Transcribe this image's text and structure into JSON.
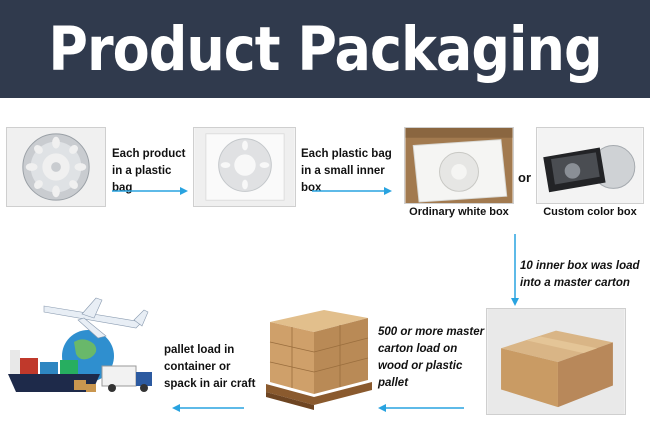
{
  "banner": {
    "title": "Product Packaging"
  },
  "steps": {
    "step1": "Each product in a plastic bag",
    "step2": "Each plastic bag in a small inner box",
    "step3": "10 inner box was load into a master carton",
    "step4": "500 or more master carton load on wood or plastic pallet",
    "step5": "pallet load in container or spack in air craft"
  },
  "captions": {
    "white_box": "Ordinary white box",
    "color_box": "Custom color box"
  },
  "or_label": "or",
  "colors": {
    "banner": "#303a4d",
    "arrow": "#29a3e0"
  }
}
